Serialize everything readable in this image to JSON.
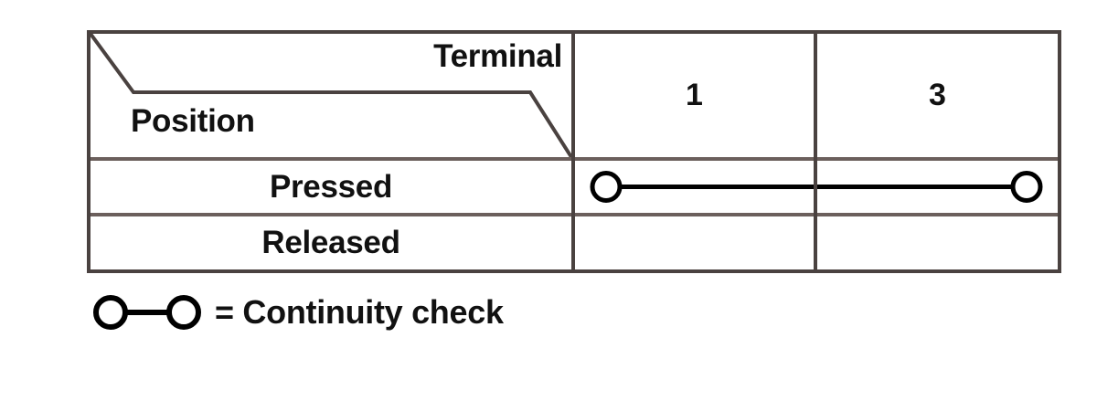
{
  "table": {
    "corner_header": {
      "column_axis_label": "Terminal",
      "row_axis_label": "Position"
    },
    "column_headers": [
      "1",
      "3"
    ],
    "rows": [
      {
        "label": "Pressed",
        "continuity": "continuity-link-1-3"
      },
      {
        "label": "Released",
        "continuity": ""
      }
    ]
  },
  "legend": {
    "symbol": "continuity-symbol",
    "text": "= Continuity check"
  },
  "colors": {
    "border": "#4a4240",
    "inner_rule": "#6b5f5c",
    "ink": "#111111",
    "background": "#ffffff"
  }
}
